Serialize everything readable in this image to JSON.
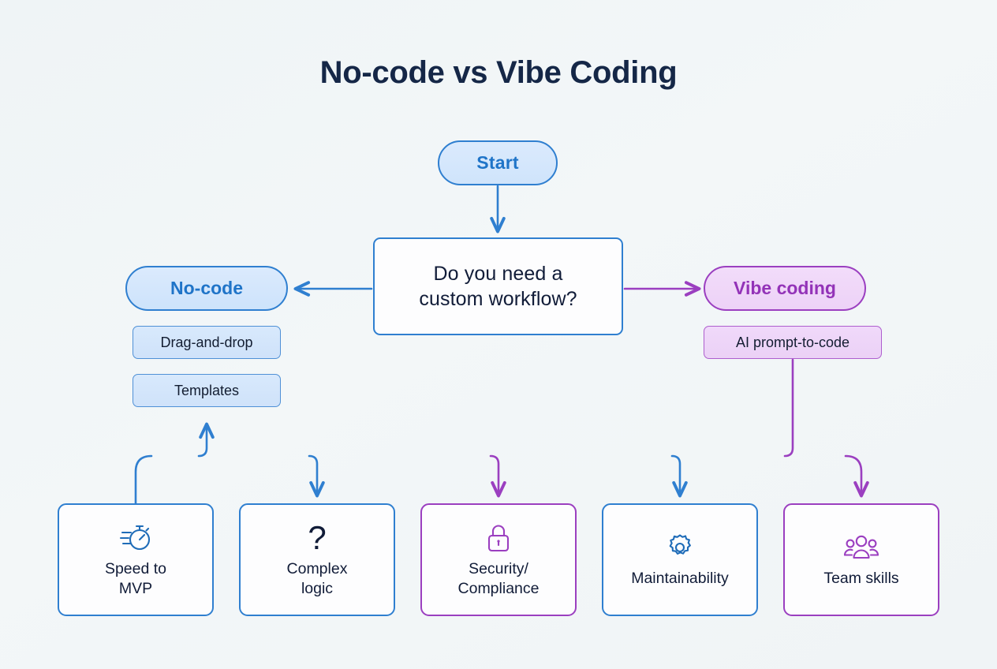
{
  "title": "No-code vs Vibe Coding",
  "colors": {
    "background": "#f1f5f7",
    "blue": "#2f7fd0",
    "blue_text": "#1f74c8",
    "purple": "#9b3fc0",
    "purple_text": "#9333b8",
    "ink": "#111c38",
    "title": "#152747"
  },
  "flow": {
    "start": {
      "label": "Start",
      "shape": "pill",
      "accent": "blue"
    },
    "decision": {
      "line1": "Do you need a",
      "line2": "custom workflow?",
      "shape": "rectangle",
      "accent": "blue"
    },
    "branches": [
      {
        "label": "No-code",
        "accent": "blue",
        "side": "left",
        "tags": [
          "Drag-and-drop",
          "Templates"
        ]
      },
      {
        "label": "Vibe coding",
        "accent": "purple",
        "side": "right",
        "tags": [
          "AI prompt-to-code"
        ]
      }
    ],
    "outcomes": [
      {
        "icon": "stopwatch-icon",
        "line1": "Speed to",
        "line2": "MVP",
        "accent": "blue"
      },
      {
        "icon": "question-mark-icon",
        "line1": "Complex",
        "line2": "logic",
        "accent": "blue"
      },
      {
        "icon": "lock-icon",
        "line1": "Security/",
        "line2": "Compliance",
        "accent": "purple"
      },
      {
        "icon": "gear-icon",
        "line1": "Maintainability",
        "line2": "",
        "accent": "blue"
      },
      {
        "icon": "people-group-icon",
        "line1": "Team skills",
        "line2": "",
        "accent": "purple"
      }
    ]
  }
}
